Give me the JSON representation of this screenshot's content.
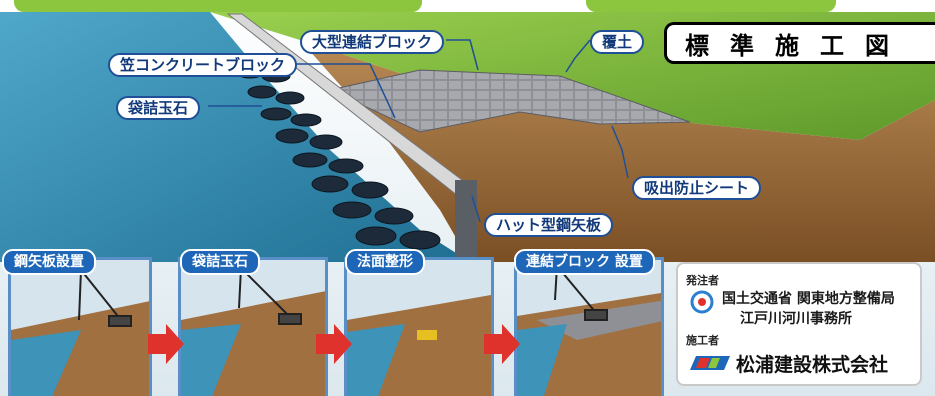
{
  "title": "標準施工図",
  "labels": {
    "large_block": "大型連結ブロック",
    "cover_soil": "覆土",
    "kasa_concrete": "笠コンクリートブロック",
    "bag_stone": "袋詰玉石",
    "suction_sheet": "吸出防止シート",
    "hat_sheet_pile": "ハット型鋼矢板"
  },
  "steps": [
    {
      "label": "鋼矢板設置"
    },
    {
      "label": "袋詰玉石"
    },
    {
      "label": "法面整形"
    },
    {
      "label": "連結ブロック 設置"
    }
  ],
  "credits": {
    "orderer_label": "発注者",
    "orderer_line1": "国土交通省 関東地方整備局",
    "orderer_line2": "江戸川河川事務所",
    "contractor_label": "施工者",
    "contractor_name": "松浦建設株式会社"
  },
  "colors": {
    "water": "#3e93b8",
    "soil": "#a0703f",
    "grass": "#79b53b",
    "label_border": "#1f4f96",
    "step_blue": "#1e66b8",
    "arrow_red": "#e0322c"
  },
  "icons": [
    "crane-icon",
    "arrow-right-icon",
    "mlit-logo-icon",
    "company-logo-icon"
  ]
}
